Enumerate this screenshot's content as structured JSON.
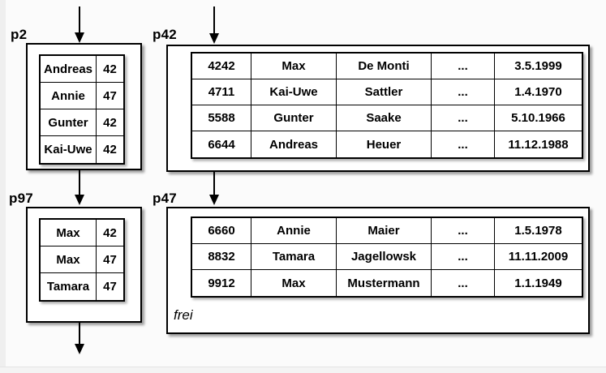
{
  "diagram": {
    "pages": {
      "p2": {
        "label": "p2",
        "rows": [
          [
            "Andreas",
            "42"
          ],
          [
            "Annie",
            "47"
          ],
          [
            "Gunter",
            "42"
          ],
          [
            "Kai-Uwe",
            "42"
          ]
        ]
      },
      "p42": {
        "label": "p42",
        "rows": [
          [
            "4242",
            "Max",
            "De Monti",
            "...",
            "3.5.1999"
          ],
          [
            "4711",
            "Kai-Uwe",
            "Sattler",
            "...",
            "1.4.1970"
          ],
          [
            "5588",
            "Gunter",
            "Saake",
            "...",
            "5.10.1966"
          ],
          [
            "6644",
            "Andreas",
            "Heuer",
            "...",
            "11.12.1988"
          ]
        ]
      },
      "p97": {
        "label": "p97",
        "rows": [
          [
            "Max",
            "42"
          ],
          [
            "Max",
            "47"
          ],
          [
            "Tamara",
            "47"
          ]
        ]
      },
      "p47": {
        "label": "p47",
        "rows": [
          [
            "6660",
            "Annie",
            "Maier",
            "...",
            "1.5.1978"
          ],
          [
            "8832",
            "Tamara",
            "Jagellowsk",
            "...",
            "11.11.2009"
          ],
          [
            "9912",
            "Max",
            "Mustermann",
            "...",
            "1.1.1949"
          ]
        ],
        "free_label": "frei"
      }
    },
    "connections": [
      {
        "from": "offscreen-top",
        "to": "p2"
      },
      {
        "from": "offscreen-top",
        "to": "p42"
      },
      {
        "from": "p2",
        "to": "p97"
      },
      {
        "from": "p42",
        "to": "p47"
      },
      {
        "from": "p97",
        "to": "offscreen-bottom"
      }
    ],
    "colors": {
      "canvas_bg": "#fbfbfb",
      "box_bg": "#ffffff",
      "line": "#000000",
      "text": "#000000"
    }
  }
}
